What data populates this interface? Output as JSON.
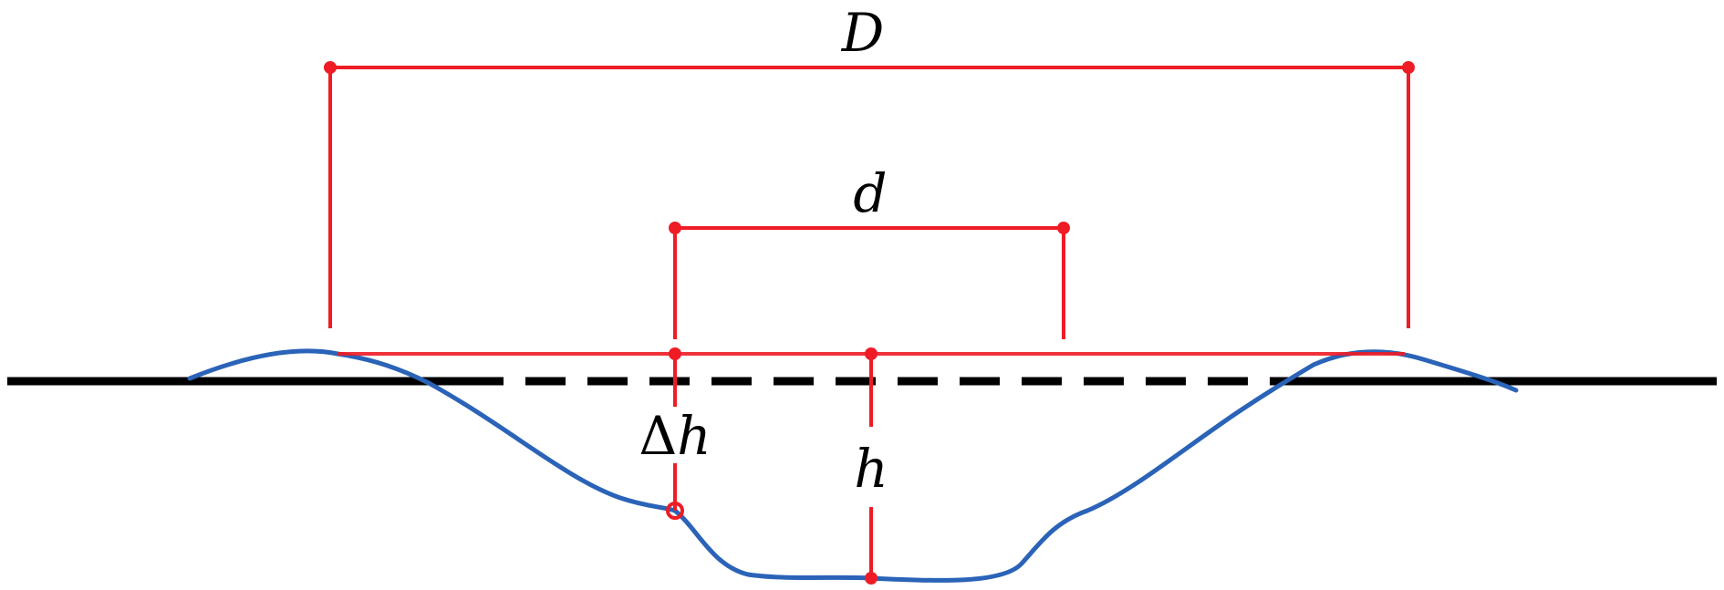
{
  "labels": {
    "D": "D",
    "d": "d",
    "delta_h_symbol": "Δ",
    "delta_h_var": "h",
    "h": "h"
  },
  "colors": {
    "dimension": "#ee1c25",
    "profile": "#2a63b8",
    "surface": "#000000"
  }
}
